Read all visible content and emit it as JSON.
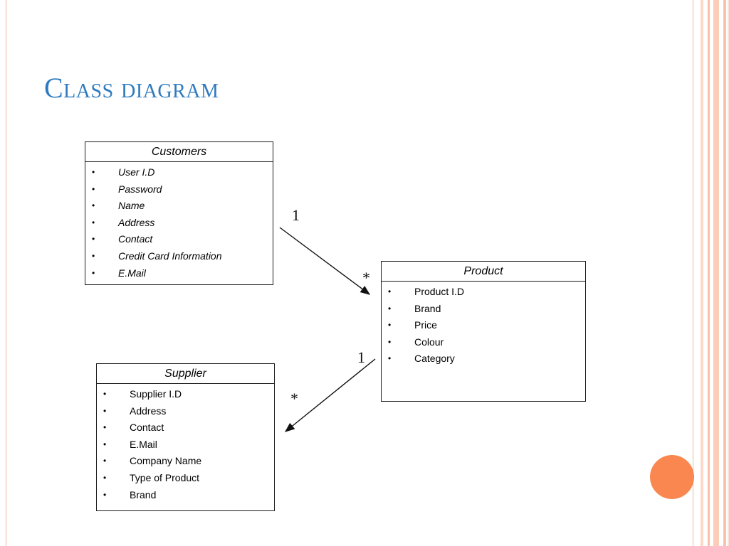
{
  "slide": {
    "title": "Class diagram",
    "accent_color": "#2e7bbf",
    "decor_color": "#f9874f"
  },
  "classes": {
    "customers": {
      "name": "Customers",
      "attributes": [
        "User I.D",
        "Password",
        "Name",
        "Address",
        "Contact",
        "Credit Card Information",
        "E.Mail"
      ]
    },
    "product": {
      "name": "Product",
      "attributes": [
        "Product I.D",
        "Brand",
        "Price",
        "Colour",
        "Category"
      ]
    },
    "supplier": {
      "name": "Supplier",
      "attributes": [
        "Supplier I.D",
        "Address",
        "Contact",
        "E.Mail",
        "Company Name",
        "Type of Product",
        "Brand"
      ]
    }
  },
  "bullet_glyph": "•",
  "associations": [
    {
      "from": "Customers",
      "to": "Product",
      "from_multiplicity": "1",
      "to_multiplicity": "*"
    },
    {
      "from": "Product",
      "to": "Supplier",
      "from_multiplicity": "1",
      "to_multiplicity": "*"
    }
  ]
}
